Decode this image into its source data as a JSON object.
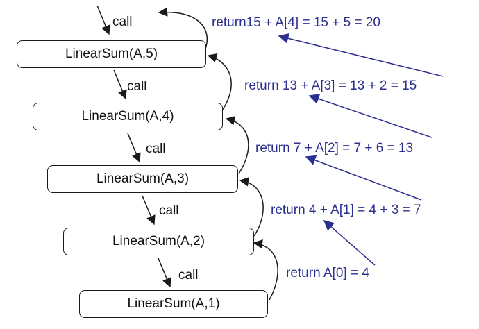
{
  "diagram": {
    "call_label": "call",
    "calls": [
      {
        "label": "LinearSum(A,5)"
      },
      {
        "label": "LinearSum(A,4)"
      },
      {
        "label": "LinearSum(A,3)"
      },
      {
        "label": "LinearSum(A,2)"
      },
      {
        "label": "LinearSum(A,1)"
      }
    ],
    "returns": [
      "return15 + A[4] = 15 + 5 = 20",
      "return 13 + A[3] = 13 + 2 = 15",
      "return 7 + A[2] = 7 + 6 = 13",
      "return 4 + A[1] = 4 + 3 = 7",
      "return A[0] = 4"
    ],
    "colors": {
      "box_stroke": "#1a1a1a",
      "return_text": "#2b2f8f",
      "call_arrow": "#1a1a1a"
    }
  }
}
